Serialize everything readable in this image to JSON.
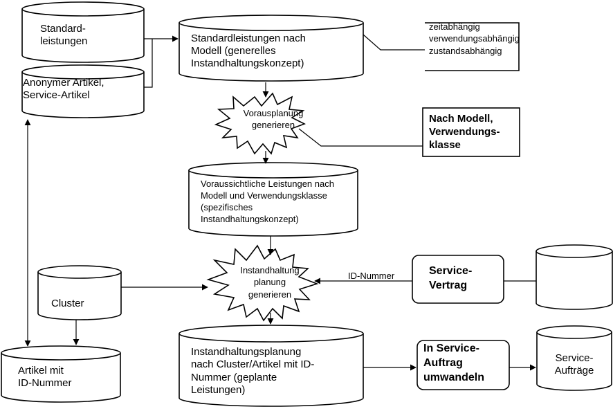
{
  "nodes": {
    "standardleistungen": [
      "Standard-",
      "leistungen"
    ],
    "anonymer_artikel": [
      "Anonymer Artikel,",
      "Service-Artikel"
    ],
    "standardleistungen_modell": [
      "Standardleistungen nach",
      "Modell (generelles",
      "Instandhaltungskonzept)"
    ],
    "abhaengigkeiten": [
      "zeitabhängig",
      "verwendungsabhängig",
      "zustandsabhängig"
    ],
    "vorausplanung": [
      "Vorausplanung",
      "generieren"
    ],
    "nach_modell": [
      "Nach Modell,",
      "Verwendungs-",
      "klasse"
    ],
    "voraussichtliche": [
      "Voraussichtliche Leistungen nach",
      "Modell und Verwendungsklasse",
      "(spezifisches",
      "Instandhaltungskonzept)"
    ],
    "cluster": "Cluster",
    "instandhaltung": [
      "Instandhaltung",
      "planung",
      "generieren"
    ],
    "id_nummer": "ID-Nummer",
    "service_vertrag": [
      "Service-",
      "Vertrag"
    ],
    "artikel_id": [
      "Artikel mit",
      "ID-Nummer"
    ],
    "instandhaltungsplanung": [
      "Instandhaltungsplanung",
      "nach Cluster/Artikel mit ID-",
      "Nummer (geplante",
      "Leistungen)"
    ],
    "service_auftrag_umwandeln": [
      "In Service-",
      "Auftrag",
      "umwandeln"
    ],
    "service_auftraege": [
      "Service-",
      "Aufträge"
    ]
  }
}
